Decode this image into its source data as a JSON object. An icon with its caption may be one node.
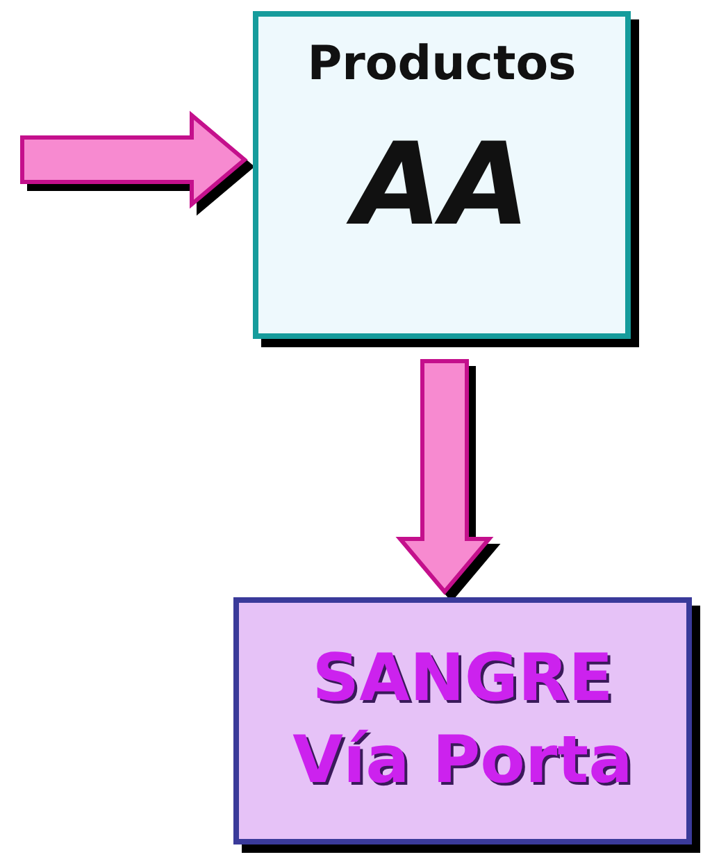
{
  "diagram": {
    "nodes": [
      {
        "text": [
          "Productos",
          "AA"
        ]
      },
      {
        "text": [
          "SANGRE Vía Porta"
        ]
      }
    ],
    "edges": [
      {
        "from": null,
        "to": 0,
        "arrow": "to"
      },
      {
        "from": 0,
        "to": 1,
        "arrow": "to"
      }
    ]
  }
}
